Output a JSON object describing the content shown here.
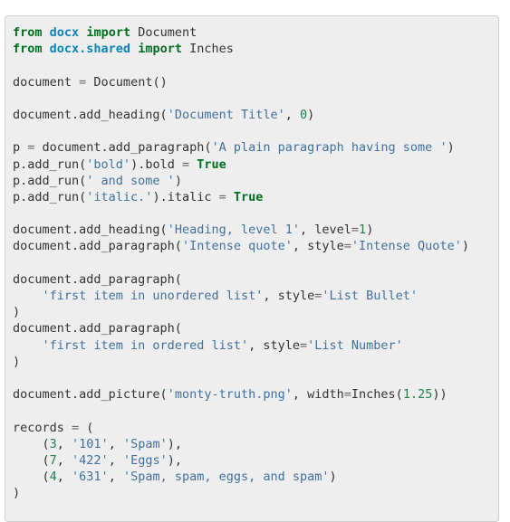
{
  "code_block": {
    "colors": {
      "background": "#eeeeee",
      "keyword": "#007020",
      "module": "#0e84b5",
      "string": "#4070a0",
      "number": "#208050",
      "operator": "#666666",
      "plain": "#333333"
    },
    "lines": [
      [
        {
          "t": "keyword",
          "v": "from"
        },
        {
          "t": "plain",
          "v": " "
        },
        {
          "t": "module",
          "v": "docx"
        },
        {
          "t": "plain",
          "v": " "
        },
        {
          "t": "keyword",
          "v": "import"
        },
        {
          "t": "plain",
          "v": " Document"
        }
      ],
      [
        {
          "t": "keyword",
          "v": "from"
        },
        {
          "t": "plain",
          "v": " "
        },
        {
          "t": "module",
          "v": "docx.shared"
        },
        {
          "t": "plain",
          "v": " "
        },
        {
          "t": "keyword",
          "v": "import"
        },
        {
          "t": "plain",
          "v": " Inches"
        }
      ],
      [],
      [
        {
          "t": "plain",
          "v": "document "
        },
        {
          "t": "op",
          "v": "="
        },
        {
          "t": "plain",
          "v": " Document()"
        }
      ],
      [],
      [
        {
          "t": "plain",
          "v": "document.add_heading("
        },
        {
          "t": "string",
          "v": "'Document Title'"
        },
        {
          "t": "plain",
          "v": ", "
        },
        {
          "t": "number",
          "v": "0"
        },
        {
          "t": "plain",
          "v": ")"
        }
      ],
      [],
      [
        {
          "t": "plain",
          "v": "p "
        },
        {
          "t": "op",
          "v": "="
        },
        {
          "t": "plain",
          "v": " document.add_paragraph("
        },
        {
          "t": "string",
          "v": "'A plain paragraph having some '"
        },
        {
          "t": "plain",
          "v": ")"
        }
      ],
      [
        {
          "t": "plain",
          "v": "p.add_run("
        },
        {
          "t": "string",
          "v": "'bold'"
        },
        {
          "t": "plain",
          "v": ").bold "
        },
        {
          "t": "op",
          "v": "="
        },
        {
          "t": "plain",
          "v": " "
        },
        {
          "t": "keyword",
          "v": "True"
        }
      ],
      [
        {
          "t": "plain",
          "v": "p.add_run("
        },
        {
          "t": "string",
          "v": "' and some '"
        },
        {
          "t": "plain",
          "v": ")"
        }
      ],
      [
        {
          "t": "plain",
          "v": "p.add_run("
        },
        {
          "t": "string",
          "v": "'italic.'"
        },
        {
          "t": "plain",
          "v": ").italic "
        },
        {
          "t": "op",
          "v": "="
        },
        {
          "t": "plain",
          "v": " "
        },
        {
          "t": "keyword",
          "v": "True"
        }
      ],
      [],
      [
        {
          "t": "plain",
          "v": "document.add_heading("
        },
        {
          "t": "string",
          "v": "'Heading, level 1'"
        },
        {
          "t": "plain",
          "v": ", level"
        },
        {
          "t": "op",
          "v": "="
        },
        {
          "t": "number",
          "v": "1"
        },
        {
          "t": "plain",
          "v": ")"
        }
      ],
      [
        {
          "t": "plain",
          "v": "document.add_paragraph("
        },
        {
          "t": "string",
          "v": "'Intense quote'"
        },
        {
          "t": "plain",
          "v": ", style"
        },
        {
          "t": "op",
          "v": "="
        },
        {
          "t": "string",
          "v": "'Intense Quote'"
        },
        {
          "t": "plain",
          "v": ")"
        }
      ],
      [],
      [
        {
          "t": "plain",
          "v": "document.add_paragraph("
        }
      ],
      [
        {
          "t": "plain",
          "v": "    "
        },
        {
          "t": "string",
          "v": "'first item in unordered list'"
        },
        {
          "t": "plain",
          "v": ", style"
        },
        {
          "t": "op",
          "v": "="
        },
        {
          "t": "string",
          "v": "'List Bullet'"
        }
      ],
      [
        {
          "t": "plain",
          "v": ")"
        }
      ],
      [
        {
          "t": "plain",
          "v": "document.add_paragraph("
        }
      ],
      [
        {
          "t": "plain",
          "v": "    "
        },
        {
          "t": "string",
          "v": "'first item in ordered list'"
        },
        {
          "t": "plain",
          "v": ", style"
        },
        {
          "t": "op",
          "v": "="
        },
        {
          "t": "string",
          "v": "'List Number'"
        }
      ],
      [
        {
          "t": "plain",
          "v": ")"
        }
      ],
      [],
      [
        {
          "t": "plain",
          "v": "document.add_picture("
        },
        {
          "t": "string",
          "v": "'monty-truth.png'"
        },
        {
          "t": "plain",
          "v": ", width"
        },
        {
          "t": "op",
          "v": "="
        },
        {
          "t": "plain",
          "v": "Inches("
        },
        {
          "t": "number",
          "v": "1.25"
        },
        {
          "t": "plain",
          "v": "))"
        }
      ],
      [],
      [
        {
          "t": "plain",
          "v": "records "
        },
        {
          "t": "op",
          "v": "="
        },
        {
          "t": "plain",
          "v": " ("
        }
      ],
      [
        {
          "t": "plain",
          "v": "    ("
        },
        {
          "t": "number",
          "v": "3"
        },
        {
          "t": "plain",
          "v": ", "
        },
        {
          "t": "string",
          "v": "'101'"
        },
        {
          "t": "plain",
          "v": ", "
        },
        {
          "t": "string",
          "v": "'Spam'"
        },
        {
          "t": "plain",
          "v": "),"
        }
      ],
      [
        {
          "t": "plain",
          "v": "    ("
        },
        {
          "t": "number",
          "v": "7"
        },
        {
          "t": "plain",
          "v": ", "
        },
        {
          "t": "string",
          "v": "'422'"
        },
        {
          "t": "plain",
          "v": ", "
        },
        {
          "t": "string",
          "v": "'Eggs'"
        },
        {
          "t": "plain",
          "v": "),"
        }
      ],
      [
        {
          "t": "plain",
          "v": "    ("
        },
        {
          "t": "number",
          "v": "4"
        },
        {
          "t": "plain",
          "v": ", "
        },
        {
          "t": "string",
          "v": "'631'"
        },
        {
          "t": "plain",
          "v": ", "
        },
        {
          "t": "string",
          "v": "'Spam, spam, eggs, and spam'"
        },
        {
          "t": "plain",
          "v": ")"
        }
      ],
      [
        {
          "t": "plain",
          "v": ")"
        }
      ]
    ]
  }
}
